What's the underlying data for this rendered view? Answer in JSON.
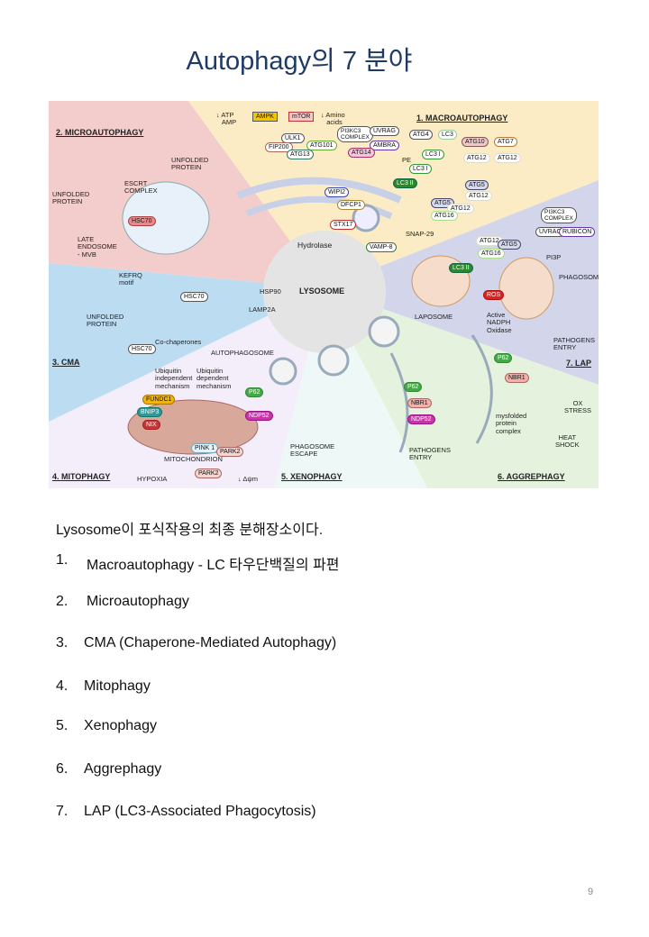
{
  "title": "Autophagy의 7 분야",
  "figure": {
    "sections": [
      "1. MACROAUTOPHAGY",
      "2. MICROAUTOPHAGY",
      "3. CMA",
      "4. MITOPHAGY",
      "5. XENOPHAGY",
      "6. AGGREPHAGY",
      "7. LAP"
    ],
    "colors": {
      "micro": "#f3cccc",
      "macro": "#fbecc6",
      "lap": "#d3d6ea",
      "aggre": "#e5f3de",
      "xeno": "#eef8f6",
      "mito": "#f3eefa",
      "cma": "#bcdcf2",
      "lysosome": "#e4e4e4"
    },
    "labels": {
      "lysosome": "LYSOSOME",
      "hydrolase": "Hydrolase",
      "hsp90": "HSP90",
      "lamp2a": "LAMP2A",
      "autophagosome": "AUTOPHAGOSOME",
      "atp": "↓ ATP\n   AMP",
      "amino": "↓ Amino\n   acids",
      "unfolded1": "UNFOLDED\nPROTEIN",
      "unfolded2": "UNFOLDED\nPROTEIN",
      "escrt": "ESCRT\nCOMPLEX",
      "late": "LATE\nENDOSOME\n- MVB",
      "kefrq": "KEFRQ\nmotif",
      "unfolded3": "UNFOLDED\nPROTEIN",
      "cochap": "Co-chaperones",
      "ubind": "Ubiquitin\nindependent\nmechanism",
      "ubdep": "Ubiquitin\ndependent\nmechanism",
      "mitochondrion": "MITOCHONDRION",
      "hypoxia": "HYPOXIA",
      "dpsi": "↓ Δψm",
      "phagescape": "PHAGOSOME\nESCAPE",
      "pathentry1": "PATHOGENS\nENTRY",
      "pathentry2": "PATHOGENS\nENTRY",
      "misfolded": "mysfolded\nprotein\ncomplex",
      "ox": "OX\nSTRESS",
      "heat": "HEAT\nSHOCK",
      "laposome": "LAPOSOME",
      "nadph": "Active\nNADPH\nOxidase",
      "phagosome": "PHAGOSOME",
      "pi3p": "PI3P",
      "pe": "PE",
      "snap": "SNAP-29"
    },
    "pills": {
      "ampk": "AMPK",
      "mtor": "mTOR",
      "ulk1": "ULK1",
      "fip200": "FIP200",
      "atg13": "ATG13",
      "atg101": "ATG101",
      "pi3kc3": "PI3KC3\nCOMPLEX",
      "uvrag": "UVRAG",
      "ambra": "AMBRA",
      "atg14": "ATG14",
      "wipi2": "WIPI2",
      "dfcp1": "DFCP1",
      "stx17": "STX17",
      "vamp8": "VAMP-8",
      "atg4": "ATG4",
      "lc3": "LC3",
      "lc3i_a": "LC3 I",
      "lc3i_b": "LC3 I",
      "lc3ii": "LC3 II",
      "atg10": "ATG10",
      "atg7": "ATG7",
      "atg12a": "ATG12",
      "atg12b": "ATG12",
      "atg5a": "ATG5",
      "atg12c": "ATG12",
      "atg5b": "ATG5",
      "atg12d": "ATG12",
      "atg16": "ATG16",
      "pi3kc3b": "PI3KC3\nCOMPLEX",
      "uvragb": "UVRAG",
      "rubicon": "RUBICON",
      "atg12e": "ATG12",
      "atg5c": "ATG5",
      "atg16b": "ATG16",
      "lc3iib": "LC3 II",
      "ros": "ROS",
      "hsc70a": "HSC70",
      "hsc70b": "HSC70",
      "hsc70c": "HSC70",
      "fundc1": "FUNDC1",
      "bnip3": "BNIP3",
      "nix": "NIX",
      "p62a": "P62",
      "ndp52a": "NDP52",
      "pink1": "PINK 1",
      "park2a": "PARK2",
      "park2b": "PARK2",
      "p62b": "P62",
      "nbr1a": "NBR1",
      "ndp52b": "NDP52",
      "p62c": "P62",
      "nbr1b": "NBR1"
    }
  },
  "intro": "Lysosome이 포식작용의 최종 분해장소이다.",
  "list": [
    {
      "num": "1.",
      "text": "Macroautophagy -  LC 타우단백질의 파편"
    },
    {
      "num": "2.",
      "text": "Microautophagy"
    },
    {
      "num": "3.",
      "text": "CMA (Chaperone-Mediated Autophagy)"
    },
    {
      "num": "4.",
      "text": "Mitophagy"
    },
    {
      "num": "5.",
      "text": "Xenophagy"
    },
    {
      "num": "6.",
      "text": "Aggrephagy"
    },
    {
      "num": "7.",
      "text": "LAP (LC3-Associated Phagocytosis)"
    }
  ],
  "page_number": "9"
}
